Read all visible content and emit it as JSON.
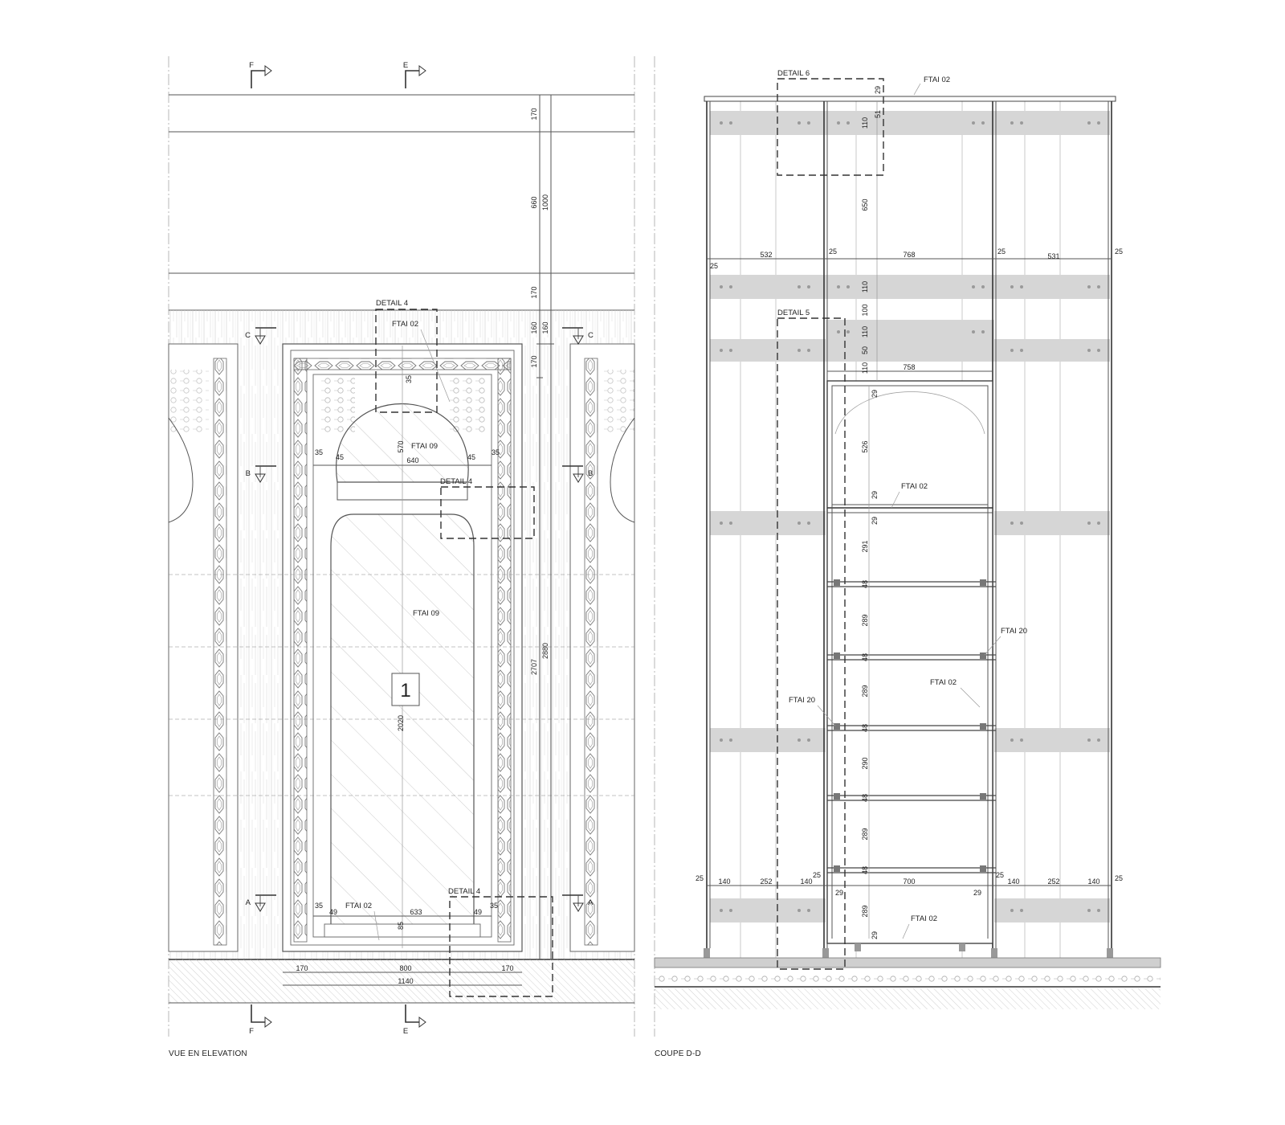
{
  "captions": {
    "elevation": "VUE EN ELEVATION",
    "section": "COUPE D-D"
  },
  "section_marks": {
    "F": "F",
    "E": "E",
    "C": "C",
    "B": "B",
    "A": "A"
  },
  "elevation": {
    "panel_number": "1",
    "details": {
      "top": "DETAIL 4",
      "mid": "DETAIL 4",
      "bottom": "DETAIL 4"
    },
    "materials": {
      "top": "FTAI 02",
      "arch": "FTAI 09",
      "panel": "FTAI 09",
      "bottom": "FTAI 02"
    },
    "dims": {
      "d170a": "170",
      "d660": "660",
      "d1000": "1000",
      "d170b": "170",
      "d160a": "160",
      "d160b": "160",
      "d170c": "170",
      "d2880": "2880",
      "d2707": "2707",
      "d35a": "35",
      "d45a": "45",
      "d570": "570",
      "d640": "640",
      "d45b": "45",
      "d35b": "35",
      "d35top": "35",
      "d2020": "2020",
      "d35c": "35",
      "d49a": "49",
      "d633": "633",
      "d49b": "49",
      "d35d": "35",
      "d85": "85",
      "d170d": "170",
      "d800": "800",
      "d170e": "170",
      "d1140": "1140"
    }
  },
  "section": {
    "details": {
      "top": "DETAIL 6",
      "mid": "DETAIL 5"
    },
    "materials": {
      "top": "FTAI 02",
      "niche": "FTAI 02",
      "right": "FTAI 20",
      "left": "FTAI 20",
      "mid": "FTAI 02",
      "bottom": "FTAI 02"
    },
    "dims": {
      "d29top": "29",
      "d51": "51",
      "d110a": "110",
      "d650": "650",
      "d25a": "25",
      "d532": "532",
      "d25b": "25",
      "d768": "768",
      "d25c": "25",
      "d531": "531",
      "d25d": "25",
      "d110b": "110",
      "d100": "100",
      "d110c": "110",
      "d50": "50",
      "d110d": "110",
      "d758": "758",
      "d29b": "29",
      "d526": "526",
      "d29c": "29",
      "d29d": "29",
      "d291": "291",
      "d48a": "48",
      "d289a": "289",
      "d48b": "48",
      "d289b": "289",
      "d48c": "48",
      "d290": "290",
      "d48d": "48",
      "d289c": "289",
      "d48e": "48",
      "b25a": "25",
      "b140a": "140",
      "b252a": "252",
      "b140b": "140",
      "b25b": "25",
      "b29a": "29",
      "b700": "700",
      "b29b": "29",
      "b25c": "25",
      "b140c": "140",
      "b252b": "252",
      "b140d": "140",
      "b25d": "25",
      "d289d": "289",
      "d29e": "29"
    }
  }
}
